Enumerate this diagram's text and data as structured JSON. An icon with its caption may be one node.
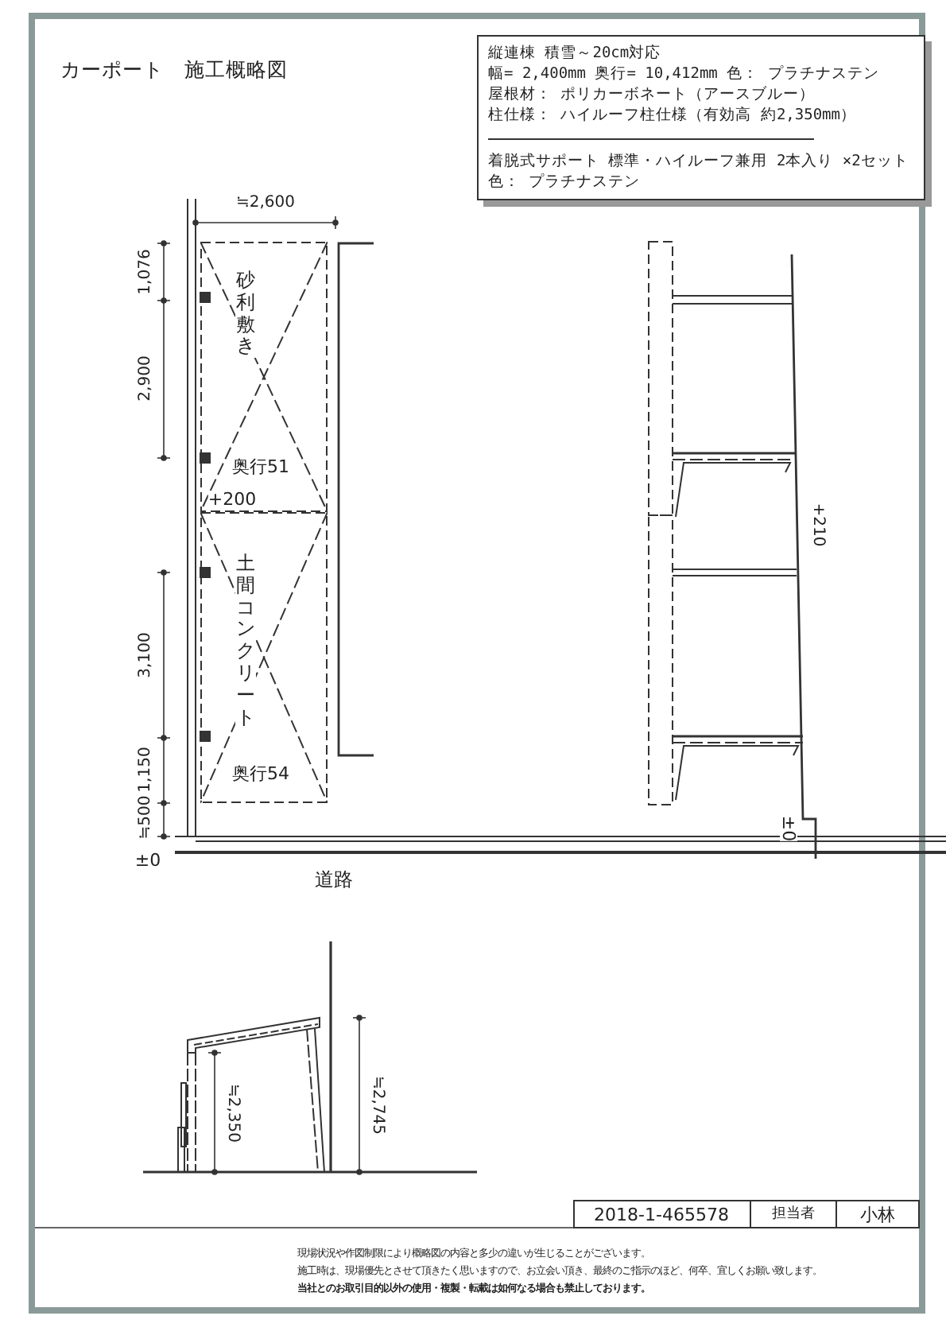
{
  "diagram": {
    "title": "カーポート　施工概略図",
    "nodes": [
      {
        "text": [
          "縦連棟 積雪～20cm対応",
          "幅= 2,400mm 奥行= 10,412mm 色： プラチナステン",
          "屋根材： ポリカーボネート（アースブルー）",
          "柱仕様： ハイルーフ柱仕様（有効高 約2,350mm）",
          "着脱式サポート 標準・ハイルーフ兼用 2本入り ×2セット",
          "色： プラチナステン"
        ]
      },
      {
        "text": [
          "砂利敷き",
          "奥行51"
        ]
      },
      {
        "text": [
          "土間コンクリート",
          "奥行54"
        ]
      }
    ],
    "labels": [
      "≒2,600",
      "1,076",
      "2,900",
      "3,100",
      "1,150",
      "≒500",
      "±0",
      "+200",
      "道路",
      "+210",
      "±0",
      "≒2,350",
      "≒2,745",
      "2018-1-465578",
      "担当者",
      "小林",
      "現場状況や作図制限により概略図の内容と多少の違いが生じることがございます。",
      "施工時は、現場優先とさせて頂きたく思いますので、お立会い頂き、最終のご指示のほど、何卒、宜しくお願い致します。",
      "当社とのお取引目的以外の使用・複製・転載は如何なる場合も禁止しております。"
    ]
  }
}
